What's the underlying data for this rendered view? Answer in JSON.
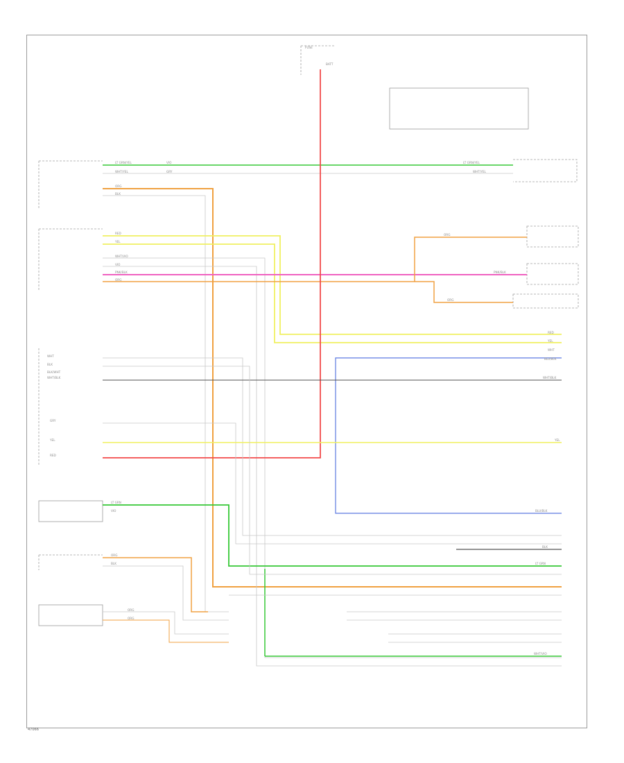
{
  "colors": {
    "green": "#36c836",
    "red": "#f24a4a",
    "pink": "#f060c0",
    "orange": "#f0a040",
    "yellow": "#f0f060",
    "blue": "#5a78e0",
    "gray": "#c8c8c8",
    "dark": "#505050"
  },
  "footer": {
    "code": "47066"
  },
  "wires": {
    "pwr_top_a": "BATT",
    "pwr_top_b": "FUSE",
    "g1": "LT GRN/YEL",
    "g2": "WHT/YEL",
    "g3": "VIO",
    "g4": "GRY",
    "o1": "ORG",
    "o2": "BLK",
    "y1": "RED",
    "y2": "YEL",
    "y3": "WHT/VIO",
    "y4": "VIO",
    "y5": "WHT",
    "p1": "PNK/BLK",
    "p2": "ORG",
    "r1": "RED",
    "r2": "WHT",
    "b1": "BLU/BLK",
    "b2": "WHT/BLK",
    "lg1": "LT GRN",
    "lg2": "VIO",
    "s1": "WHT",
    "s2": "BLK",
    "s3": "BLK/WHT",
    "misc": "GRY"
  }
}
